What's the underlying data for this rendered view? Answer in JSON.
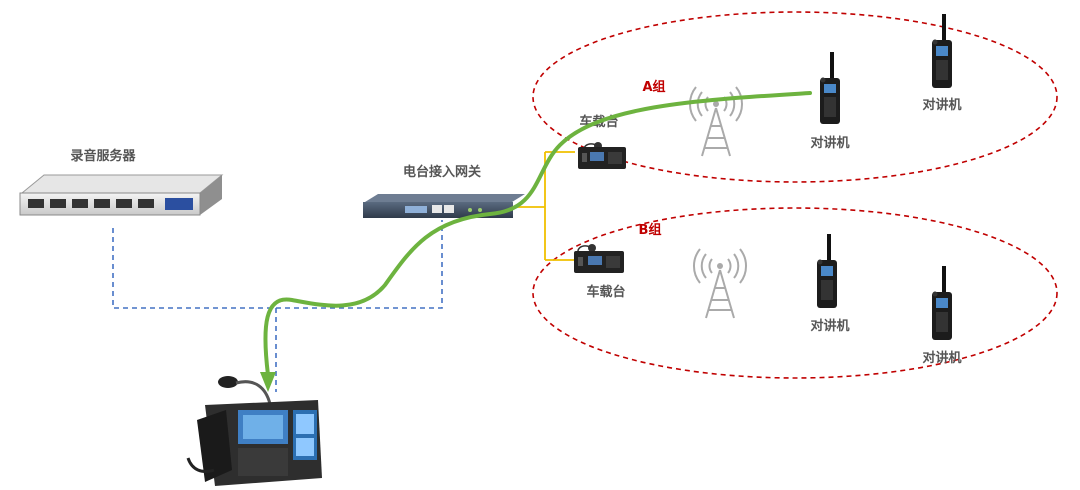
{
  "labels": {
    "recording_server": "录音服务器",
    "gateway": "电台接入网关",
    "vehicle_a": "车载台",
    "vehicle_b": "车载台",
    "group_a": "A组",
    "group_b": "B组",
    "radio_a1": "对讲机",
    "radio_a2": "对讲机",
    "radio_b1": "对讲机",
    "radio_b2": "对讲机"
  },
  "colors": {
    "voice_path": "#6db33f",
    "network_link": "#4472c4",
    "radio_link": "#f0c000",
    "group_border": "#c00000"
  },
  "icons": {
    "server": "rack-server-icon",
    "gateway": "gateway-appliance-icon",
    "vehicle_radio": "vehicle-radio-icon",
    "tower": "radio-tower-icon",
    "handheld": "walkie-talkie-icon",
    "phone": "ip-desk-phone-icon"
  }
}
